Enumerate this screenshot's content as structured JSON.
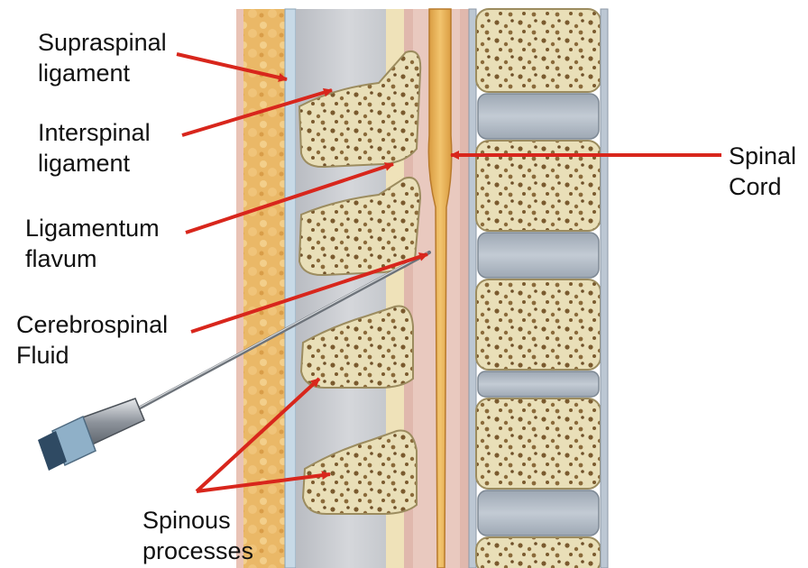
{
  "labels": {
    "supraspinal": [
      "Supraspinal",
      "ligament"
    ],
    "interspinal": [
      "Interspinal",
      "ligament"
    ],
    "flavum": [
      "Ligamentum",
      "flavum"
    ],
    "csf": [
      "Cerebrospinal",
      "Fluid"
    ],
    "spinous": [
      "Spinous",
      "processes"
    ],
    "cord": [
      "Spinal",
      "Cord"
    ]
  },
  "colors": {
    "arrow": "#d8261c",
    "bone": "#e9dfb8",
    "bone_spot": "#7a5a2e",
    "fat": "#e9b665",
    "disc": "#aeb8c4",
    "cord": "#e3a54c",
    "dura": "#ddb2a8",
    "soft_tissue": "#c9ccd1"
  }
}
